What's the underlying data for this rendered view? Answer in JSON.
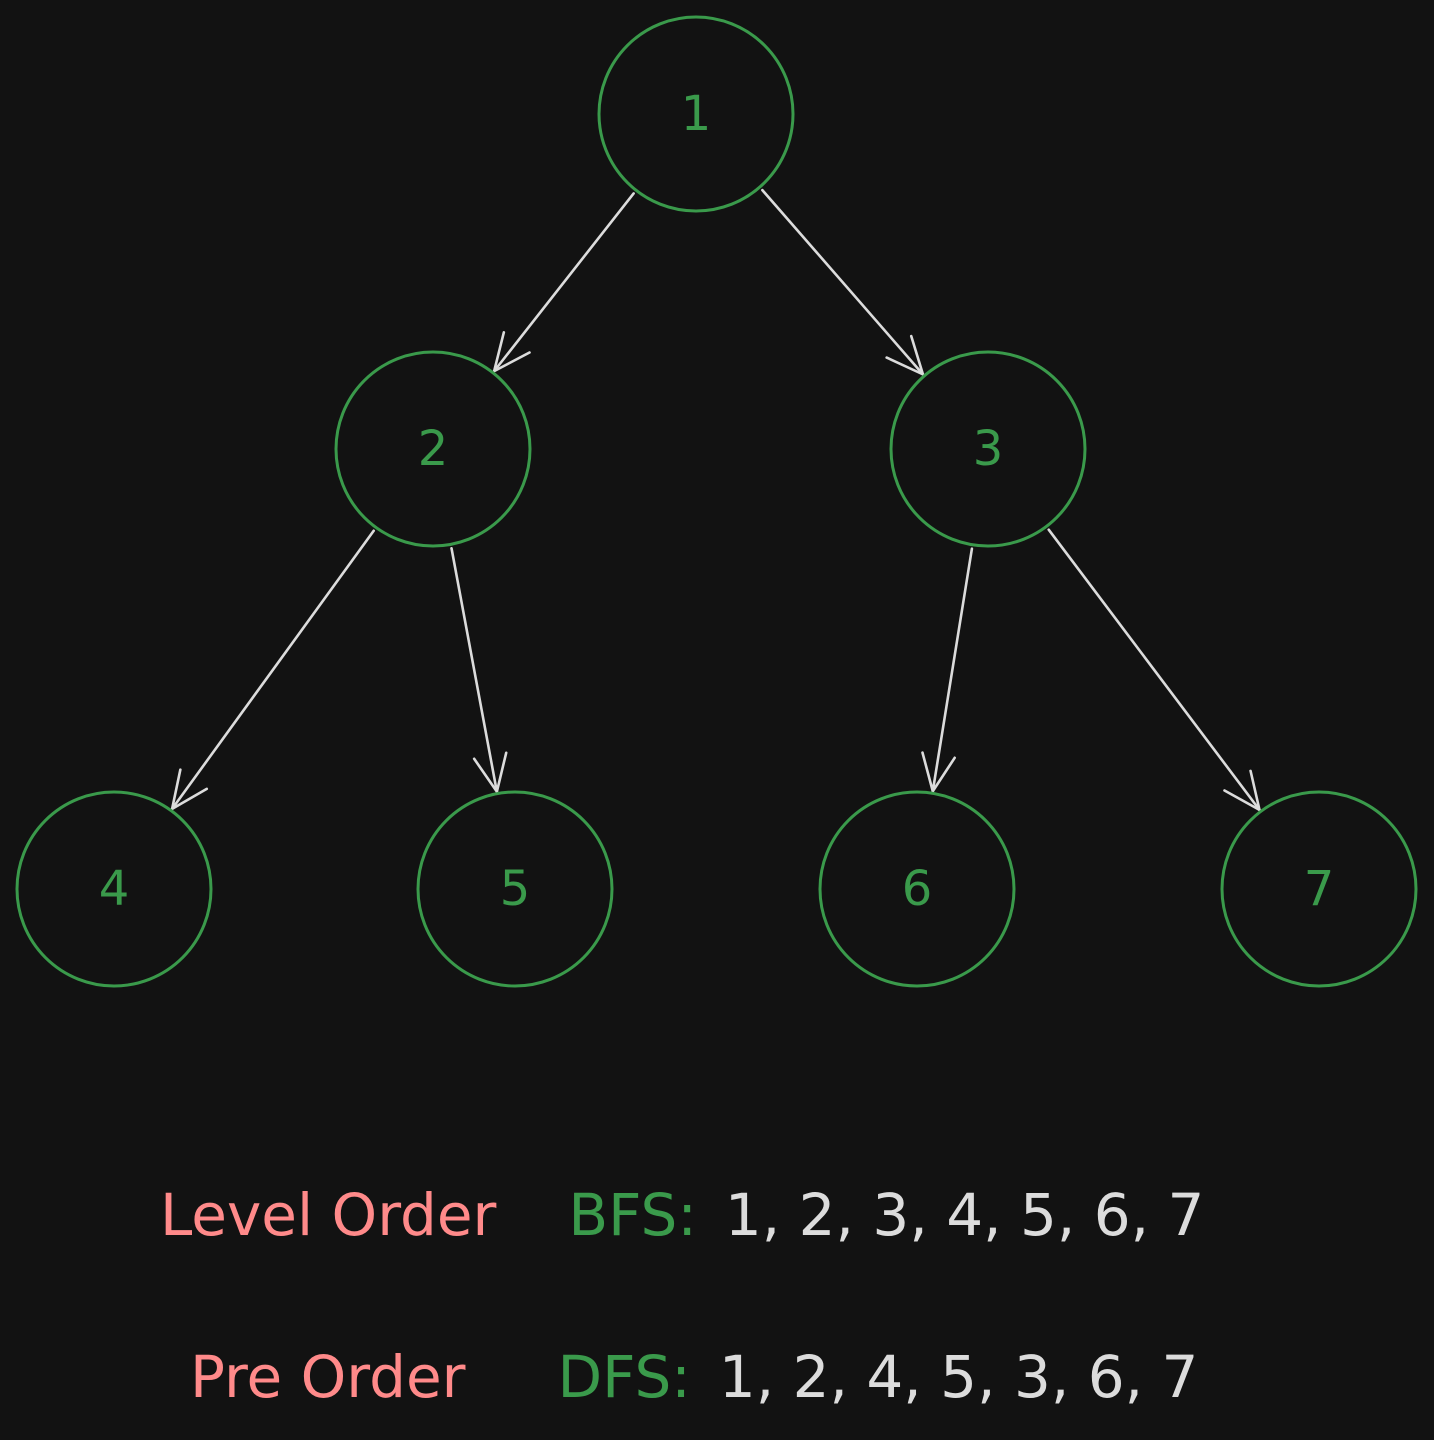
{
  "colors": {
    "background": "#121212",
    "node": "#3a9a4b",
    "edge": "#dcdcdc",
    "legend_label": "#ff8a8a",
    "legend_key": "#3a9a4b",
    "legend_sequence": "#dcdcdc"
  },
  "tree": {
    "nodes": [
      {
        "id": "1",
        "label": "1"
      },
      {
        "id": "2",
        "label": "2"
      },
      {
        "id": "3",
        "label": "3"
      },
      {
        "id": "4",
        "label": "4"
      },
      {
        "id": "5",
        "label": "5"
      },
      {
        "id": "6",
        "label": "6"
      },
      {
        "id": "7",
        "label": "7"
      }
    ],
    "edges": [
      {
        "from": "1",
        "to": "2"
      },
      {
        "from": "1",
        "to": "3"
      },
      {
        "from": "2",
        "to": "4"
      },
      {
        "from": "2",
        "to": "5"
      },
      {
        "from": "3",
        "to": "6"
      },
      {
        "from": "3",
        "to": "7"
      }
    ]
  },
  "legend": {
    "level_order": {
      "label": "Level Order",
      "key": "BFS:",
      "sequence": "1, 2, 3, 4, 5, 6, 7"
    },
    "pre_order": {
      "label": "Pre Order",
      "key": "DFS:",
      "sequence": "1, 2, 4, 5, 3, 6, 7"
    }
  }
}
